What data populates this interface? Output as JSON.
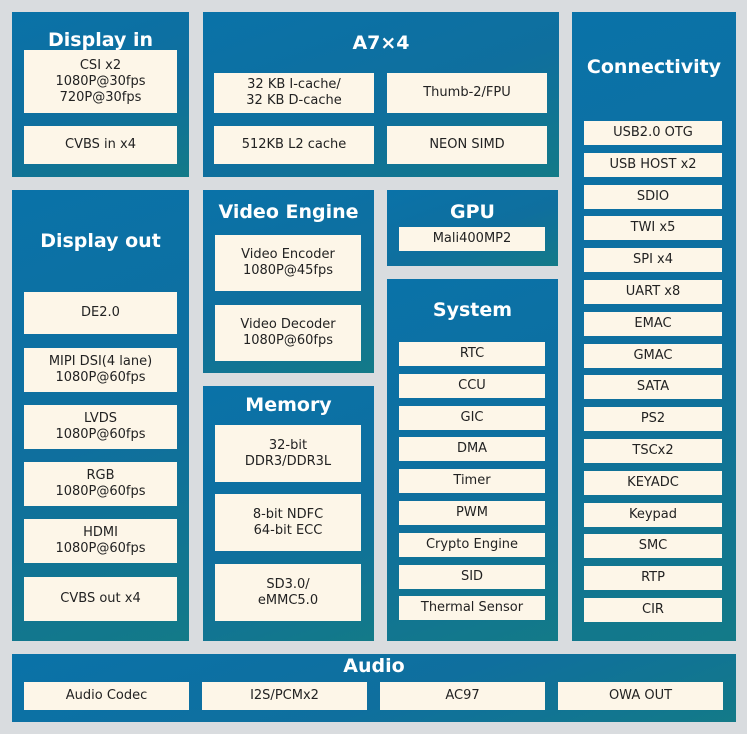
{
  "display_in": {
    "title": "Display in",
    "items": [
      "CSI x2\n1080P@30fps\n720P@30fps",
      "CVBS in x4"
    ]
  },
  "cpu": {
    "title": "A7×4",
    "items": [
      "32 KB I-cache/\n32 KB D-cache",
      "Thumb-2/FPU",
      "512KB L2 cache",
      "NEON SIMD"
    ]
  },
  "connectivity": {
    "title": "Connectivity",
    "items": [
      "USB2.0 OTG",
      "USB HOST x2",
      "SDIO",
      "TWI x5",
      "SPI x4",
      "UART x8",
      "EMAC",
      "GMAC",
      "SATA",
      "PS2",
      "TSCx2",
      "KEYADC",
      "Keypad",
      "SMC",
      "RTP",
      "CIR"
    ]
  },
  "display_out": {
    "title": "Display out",
    "items": [
      "DE2.0",
      "MIPI DSI(4 lane)\n1080P@60fps",
      "LVDS\n1080P@60fps",
      "RGB\n1080P@60fps",
      "HDMI\n1080P@60fps",
      "CVBS out x4"
    ]
  },
  "video_engine": {
    "title": "Video Engine",
    "items": [
      "Video Encoder\n1080P@45fps",
      "Video Decoder\n1080P@60fps"
    ]
  },
  "gpu": {
    "title": "GPU",
    "items": [
      "Mali400MP2"
    ]
  },
  "memory": {
    "title": "Memory",
    "items": [
      "32-bit\nDDR3/DDR3L",
      "8-bit NDFC\n64-bit ECC",
      "SD3.0/\neMMC5.0"
    ]
  },
  "system": {
    "title": "System",
    "items": [
      "RTC",
      "CCU",
      "GIC",
      "DMA",
      "Timer",
      "PWM",
      "Crypto Engine",
      "SID",
      "Thermal Sensor"
    ]
  },
  "audio": {
    "title": "Audio",
    "items": [
      "Audio Codec",
      "I2S/PCMx2",
      "AC97",
      "OWA OUT"
    ]
  }
}
